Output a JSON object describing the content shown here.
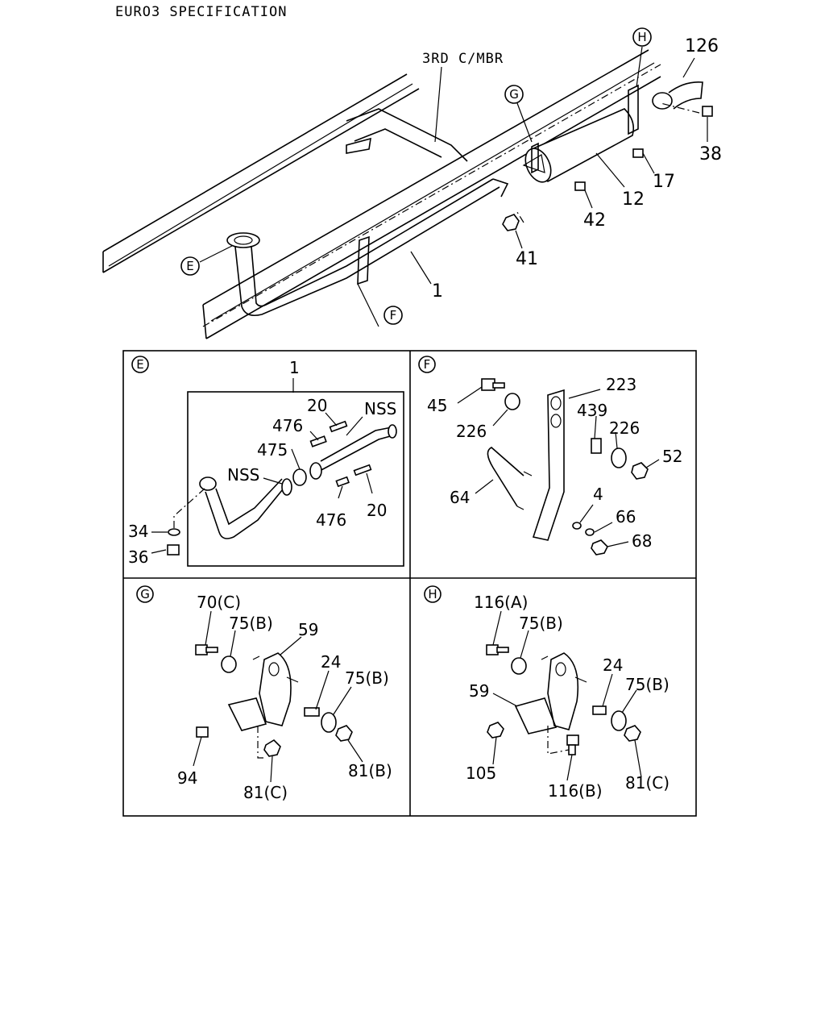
{
  "header": {
    "title": "EURO3 SPECIFICATION"
  },
  "main_view": {
    "frame_label": "3RD C/MBR",
    "callouts": [
      "E",
      "F",
      "G",
      "H"
    ],
    "parts": [
      "126",
      "38",
      "17",
      "12",
      "42",
      "41",
      "1"
    ]
  },
  "panels": {
    "E": {
      "letter": "E",
      "labels": [
        "1",
        "20",
        "NSS",
        "476",
        "475",
        "NSS",
        "476",
        "20",
        "34",
        "36"
      ]
    },
    "F": {
      "letter": "F",
      "labels": [
        "223",
        "45",
        "439",
        "226",
        "226",
        "52",
        "64",
        "4",
        "66",
        "68"
      ]
    },
    "G": {
      "letter": "G",
      "labels": [
        "70(C)",
        "75(B)",
        "59",
        "24",
        "75(B)",
        "94",
        "81(B)",
        "81(C)"
      ]
    },
    "H": {
      "letter": "H",
      "labels": [
        "116(A)",
        "75(B)",
        "24",
        "75(B)",
        "59",
        "105",
        "116(B)",
        "81(C)"
      ]
    }
  }
}
